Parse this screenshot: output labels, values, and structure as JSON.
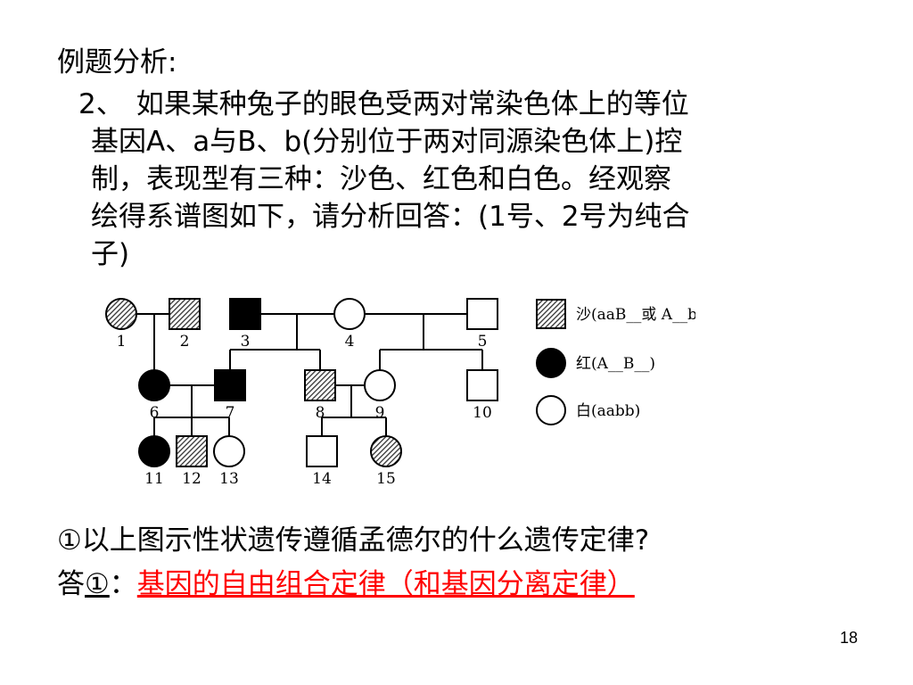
{
  "slide": {
    "title": "例题分析:",
    "question_number": "2、",
    "question_lines": [
      "如果某种兔子的眼色受两对常染色体上的等位",
      "基因A、a与B、b(分别位于两对同源染色体上)控",
      "制，表现型有三种：沙色、红色和白色。经观察",
      "绘得系谱图如下，请分析回答：(1号、2号为纯合",
      "子)"
    ],
    "sub_question": "①以上图示性状遗传遵循孟德尔的什么遗传定律?",
    "answer_prefix": "答",
    "answer_marker": "①",
    "answer_colon": "：",
    "answer_text": "基因的自由组合定律（和基因分离定律）",
    "answer_color": "#ff0000",
    "page_number": "18"
  },
  "pedigree": {
    "individuals": [
      {
        "id": "1",
        "sex": "female",
        "phenotype": "sandy"
      },
      {
        "id": "2",
        "sex": "male",
        "phenotype": "sandy"
      },
      {
        "id": "3",
        "sex": "male",
        "phenotype": "red"
      },
      {
        "id": "4",
        "sex": "female",
        "phenotype": "white"
      },
      {
        "id": "5",
        "sex": "male",
        "phenotype": "white"
      },
      {
        "id": "6",
        "sex": "female",
        "phenotype": "red"
      },
      {
        "id": "7",
        "sex": "male",
        "phenotype": "red"
      },
      {
        "id": "8",
        "sex": "male",
        "phenotype": "sandy"
      },
      {
        "id": "9",
        "sex": "female",
        "phenotype": "white"
      },
      {
        "id": "10",
        "sex": "male",
        "phenotype": "white"
      },
      {
        "id": "11",
        "sex": "female",
        "phenotype": "red"
      },
      {
        "id": "12",
        "sex": "male",
        "phenotype": "sandy"
      },
      {
        "id": "13",
        "sex": "female",
        "phenotype": "white"
      },
      {
        "id": "14",
        "sex": "male",
        "phenotype": "white"
      },
      {
        "id": "15",
        "sex": "female",
        "phenotype": "sandy"
      }
    ],
    "legend": [
      {
        "phenotype": "sandy",
        "label": "沙(aaB__或 A__bb)"
      },
      {
        "phenotype": "red",
        "label": "红(A__B__)"
      },
      {
        "phenotype": "white",
        "label": "白(aabb)"
      }
    ],
    "colors": {
      "red_fill": "#000000",
      "white_fill": "#ffffff",
      "hatch": "#333333",
      "line": "#000000"
    }
  }
}
